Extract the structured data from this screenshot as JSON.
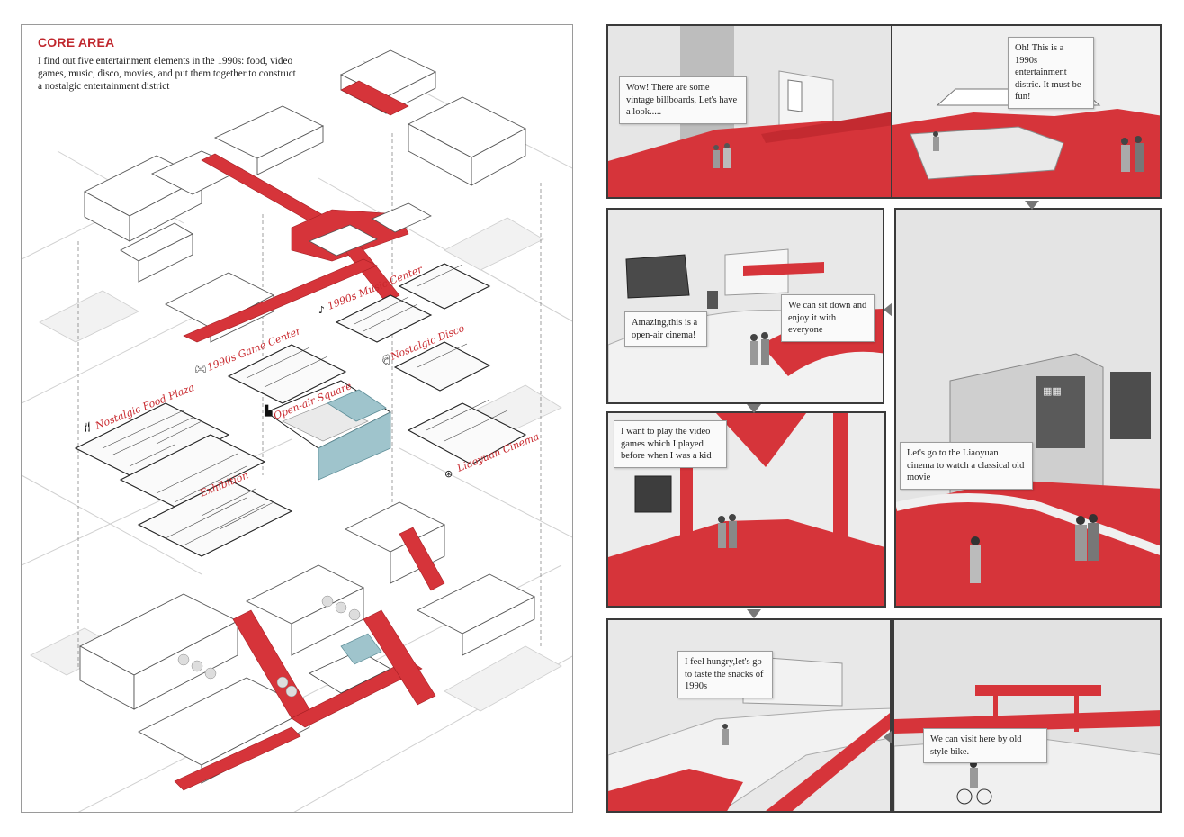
{
  "core": {
    "title": "CORE AREA",
    "description": "I find out five entertainment elements in the 1990s: food, video games, music, disco, movies, and put them together to construct a nostalgic entertainment district"
  },
  "labels": {
    "music": "1990s Music Center",
    "game": "1990s Game Center",
    "disco": "Nostalgic Disco",
    "food": "Nostalgic Food Plaza",
    "square": "Open-air Square",
    "cinema": "Liaoyuan Cinema",
    "exhibition": "Exhibition"
  },
  "panels": {
    "p1": "Wow! There are some vintage billboards, Let's have a look.....",
    "p2": "Oh!  This is a 1990s entertainment distric. It must be fun!",
    "p3a": "Amazing,this is a open-air cinema!",
    "p3b": "We can sit down and enjoy it with everyone",
    "p4": "Let's go to the Liaoyuan cinema to watch a classical old movie",
    "p5": "I want to play the video games which I played before when I was a kid",
    "p6": "I feel hungry,let's go to taste the snacks of 1990s",
    "p7": "We can visit here by old style bike."
  },
  "colors": {
    "accent": "#c8282d",
    "bridge": "#d6343a",
    "panel_bg": "#e9e9e9",
    "water": "#9fc4cc"
  }
}
